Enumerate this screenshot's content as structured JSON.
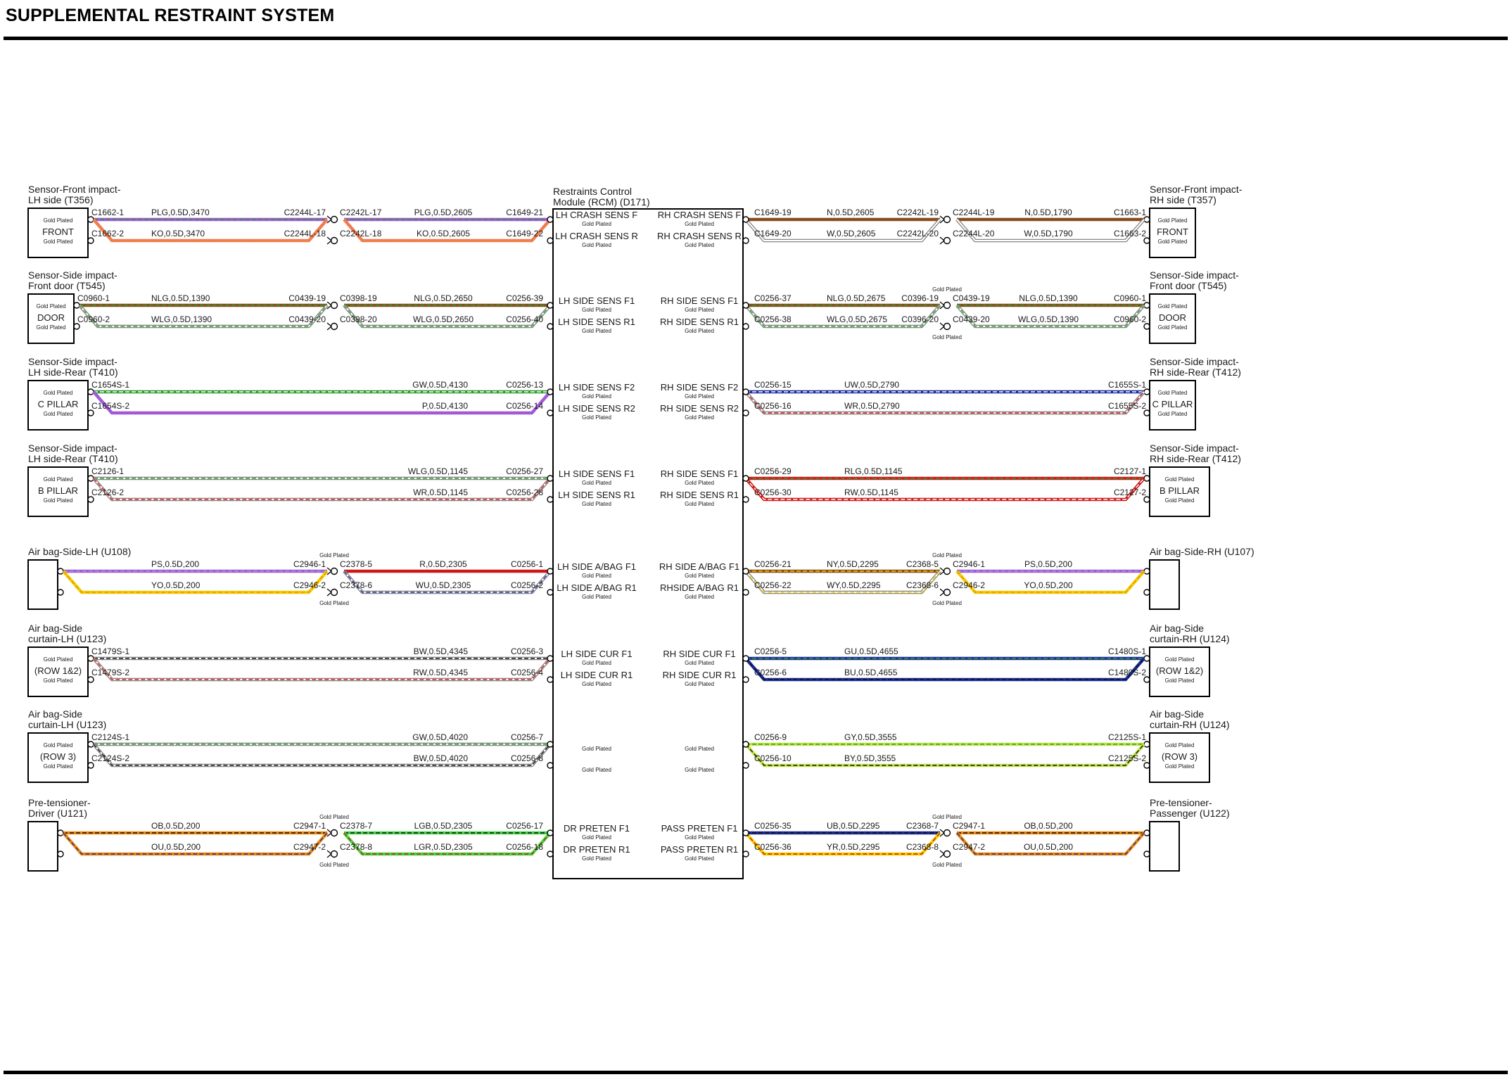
{
  "page": {
    "title": "SUPPLEMENTAL RESTRAINT SYSTEM"
  },
  "module": {
    "title_line1": "Restraints Control",
    "title_line2": "Module (RCM) (D171)",
    "gold_plated": "Gold Plated"
  },
  "colors": {
    "P": "#a259d9",
    "L": "#45d845",
    "G": "#2e9b2e",
    "K": "#f07a60",
    "O": "#f08a10",
    "N": "#8b4a1a",
    "W": "#ffffff",
    "U": "#1a2d9a",
    "R": "#d01818",
    "Y": "#f2d000",
    "S": "#a0a0c8",
    "B": "#111111",
    "LG": "#c2e54a"
  },
  "rows": [
    {
      "left": {
        "title": [
          "Sensor-Front impact-",
          "LH side (T356)"
        ],
        "box_label": "FRONT",
        "box_gold": true,
        "box_w": 85,
        "conn": [
          "C1662-1",
          "C1662-2"
        ],
        "wires": [
          "PLG,0.5D,3470",
          "KO,0.5D,3470"
        ],
        "cols": [
          "P",
          "K"
        ],
        "cols_mid": [
          "P",
          "K"
        ],
        "stripes_mid": [
          "G",
          "O"
        ],
        "inline": {
          "a": [
            "C2244L-17",
            "C2244L-18"
          ],
          "b": [
            "C2242L-17",
            "C2242L-18"
          ],
          "gold": [
            false,
            false
          ]
        },
        "wires_mid": [
          "PLG,0.5D,2605",
          "KO,0.5D,2605"
        ],
        "pins": [
          "C1649-21",
          "C1649-22"
        ],
        "stripes": [
          "G",
          "O"
        ],
        "c1": true,
        "c2": true
      },
      "right": {
        "title": [
          "Sensor-Front impact-",
          "RH side (T357)"
        ],
        "box_label": "FRONT",
        "box_gold": true,
        "box_w": 65,
        "conn": [
          "C1663-1",
          "C1663-2"
        ],
        "wires": [
          "N,0.5D,1790",
          "W,0.5D,1790"
        ],
        "cols": [
          "N",
          "W"
        ],
        "cols_mid": [
          "N",
          "W"
        ],
        "stripes_mid": [
          null,
          null
        ],
        "inline": {
          "a": [
            "C2242L-19",
            "C2242L-20"
          ],
          "b": [
            "C2244L-19",
            "C2244L-20"
          ],
          "gold": [
            false,
            false
          ]
        },
        "wires_mid": [
          "N,0.5D,2605",
          "W,0.5D,2605"
        ],
        "pins": [
          "C1649-19",
          "C1649-20"
        ],
        "stripes": [
          null,
          null
        ],
        "c1": true,
        "c2": true
      },
      "rcm": {
        "left": [
          "LH CRASH SENS F",
          "LH CRASH SENS R"
        ],
        "right": [
          "RH CRASH SENS F",
          "RH CRASH SENS R"
        ]
      }
    },
    {
      "left": {
        "title": [
          "Sensor-Side impact-",
          "Front door (T545)"
        ],
        "box_label": "DOOR",
        "box_gold": true,
        "box_w": 65,
        "conn": [
          "C0960-1",
          "C0960-2"
        ],
        "wires": [
          "NLG,0.5D,1390",
          "WLG,0.5D,1390"
        ],
        "cols": [
          "N",
          "W"
        ],
        "cols_mid": [
          "N",
          "W"
        ],
        "stripes_mid": [
          "G",
          "G"
        ],
        "inline": {
          "a": [
            "C0439-19",
            "C0439-20"
          ],
          "b": [
            "C0398-19",
            "C0398-20"
          ],
          "gold": [
            false,
            false
          ]
        },
        "wires_mid": [
          "NLG,0.5D,2650",
          "WLG,0.5D,2650"
        ],
        "pins": [
          "C0256-39",
          "C0256-40"
        ],
        "stripes": [
          "G",
          "G"
        ],
        "c1": true,
        "c2": true
      },
      "right": {
        "title": [
          "Sensor-Side impact-",
          "Front door (T545)"
        ],
        "box_label": "DOOR",
        "box_gold": true,
        "box_w": 65,
        "conn": [
          "C0960-1",
          "C0960-2"
        ],
        "wires": [
          "NLG,0.5D,1390",
          "WLG,0.5D,1390"
        ],
        "cols": [
          "N",
          "W"
        ],
        "cols_mid": [
          "N",
          "W"
        ],
        "stripes_mid": [
          "G",
          "G"
        ],
        "inline": {
          "a": [
            "C0396-19",
            "C0396-20"
          ],
          "b": [
            "C0439-19",
            "C0439-20"
          ],
          "gold": [
            true,
            true
          ]
        },
        "wires_mid": [
          "NLG,0.5D,2675",
          "WLG,0.5D,2675"
        ],
        "pins": [
          "C0256-37",
          "C0256-38"
        ],
        "stripes": [
          "G",
          "G"
        ],
        "c1": true,
        "c2": true
      },
      "rcm": {
        "left": [
          "LH SIDE SENS F1",
          "LH SIDE SENS R1"
        ],
        "right": [
          "RH SIDE SENS F1",
          "RH SIDE SENS R1"
        ]
      }
    },
    {
      "left": {
        "title": [
          "Sensor-Side impact-",
          "LH side-Rear (T410)"
        ],
        "box_label": "C PILLAR",
        "box_gold": true,
        "box_w": 85,
        "conn": [
          "C1654S-1",
          "C1654S-2"
        ],
        "wires": [
          "GW,0.5D,4130",
          "P,0.5D,4130"
        ],
        "cols": [
          "G",
          "P"
        ],
        "stripes": [
          "W",
          null
        ],
        "pins": [
          "C0256-13",
          "C0256-14"
        ],
        "c1": true,
        "c2": true
      },
      "right": {
        "title": [
          "Sensor-Side impact-",
          "RH side-Rear (T412)"
        ],
        "box_label": "C PILLAR",
        "box_gold": true,
        "box_w": 65,
        "conn": [
          "C1655S-1",
          "C1655S-2"
        ],
        "wires": [
          "UW,0.5D,2790",
          "WR,0.5D,2790"
        ],
        "cols": [
          "U",
          "W"
        ],
        "stripes": [
          "W",
          "R"
        ],
        "pins": [
          "C0256-15",
          "C0256-16"
        ],
        "c1": true,
        "c2": true
      },
      "rcm": {
        "left": [
          "LH SIDE SENS F2",
          "LH SIDE SENS R2"
        ],
        "right": [
          "RH SIDE SENS F2",
          "RH SIDE SENS R2"
        ]
      }
    },
    {
      "left": {
        "title": [
          "Sensor-Side impact-",
          "LH side-Rear (T410)"
        ],
        "box_label": "B PILLAR",
        "box_gold": true,
        "box_w": 85,
        "conn": [
          "C2126-1",
          "C2126-2"
        ],
        "wires": [
          "WLG,0.5D,1145",
          "WR,0.5D,1145"
        ],
        "cols": [
          "W",
          "W"
        ],
        "stripes": [
          "G",
          "R"
        ],
        "pins": [
          "C0256-27",
          "C0256-28"
        ],
        "c1": true,
        "c2": true
      },
      "right": {
        "title": [
          "Sensor-Side impact-",
          "RH side-Rear (T412)"
        ],
        "box_label": "B PILLAR",
        "box_gold": true,
        "box_w": 85,
        "conn": [
          "C2127-1",
          "C2127-2"
        ],
        "wires": [
          "RLG,0.5D,1145",
          "RW,0.5D,1145"
        ],
        "cols": [
          "R",
          "R"
        ],
        "stripes": [
          "G",
          "W"
        ],
        "pins": [
          "C0256-29",
          "C0256-30"
        ],
        "c1": true,
        "c2": true
      },
      "rcm": {
        "left": [
          "LH SIDE SENS F1",
          "LH SIDE SENS R1"
        ],
        "right": [
          "RH SIDE SENS F1",
          "RH SIDE SENS R1"
        ]
      }
    },
    {
      "left": {
        "title": [
          "Air bag-Side-LH (U108)"
        ],
        "box_label": "",
        "box_gold": false,
        "box_w": 42,
        "conn": [
          "",
          ""
        ],
        "wires": [
          "PS,0.5D,200",
          "YO,0.5D,200"
        ],
        "cols": [
          "P",
          "Y"
        ],
        "cols_mid": [
          "R",
          "W"
        ],
        "stripes_mid": [
          null,
          "U"
        ],
        "inline": {
          "a": [
            "C2946-1",
            "C2946-2"
          ],
          "b": [
            "C2378-5",
            "C2378-6"
          ],
          "gold": [
            true,
            true
          ]
        },
        "wires_mid": [
          "R,0.5D,2305",
          "WU,0.5D,2305"
        ],
        "pins": [
          "C0256-1",
          "C0256-2"
        ],
        "stripes": [
          "S",
          "O"
        ],
        "c1": true,
        "c2": true
      },
      "right": {
        "title": [
          "Air bag-Side-RH (U107)"
        ],
        "box_label": "",
        "box_gold": false,
        "box_w": 42,
        "conn": [
          "",
          ""
        ],
        "wires": [
          "PS,0.5D,200",
          "YO,0.5D,200"
        ],
        "cols": [
          "P",
          "Y"
        ],
        "cols_mid": [
          "N",
          "W"
        ],
        "stripes_mid": [
          "Y",
          "Y"
        ],
        "inline": {
          "a": [
            "C2368-5",
            "C2368-6"
          ],
          "b": [
            "C2946-1",
            "C2946-2"
          ],
          "gold": [
            true,
            true
          ]
        },
        "wires_mid": [
          "NY,0.5D,2295",
          "WY,0.5D,2295"
        ],
        "pins": [
          "C0256-21",
          "C0256-22"
        ],
        "stripes": [
          "S",
          "O"
        ],
        "c1": true,
        "c2": true
      },
      "rcm": {
        "left": [
          "LH SIDE A/BAG F1",
          "LH SIDE A/BAG R1"
        ],
        "right": [
          "RH SIDE A/BAG F1",
          "RHSIDE A/BAG R1"
        ]
      }
    },
    {
      "left": {
        "title": [
          "Air bag-Side",
          "curtain-LH (U123)"
        ],
        "box_label": "(ROW 1&2)",
        "box_gold": true,
        "box_w": 85,
        "conn": [
          "C1479S-1",
          "C1479S-2"
        ],
        "wires": [
          "BW,0.5D,4345",
          "RW,0.5D,4345"
        ],
        "cols": [
          "W",
          "W"
        ],
        "stripes": [
          "B",
          "R"
        ],
        "pins": [
          "C0256-3",
          "C0256-4"
        ],
        "c1": true,
        "c2": true
      },
      "right": {
        "title": [
          "Air bag-Side",
          "curtain-RH (U124)"
        ],
        "box_label": "(ROW 1&2)",
        "box_gold": true,
        "box_w": 85,
        "conn": [
          "C1480S-1",
          "C1480S-2"
        ],
        "wires": [
          "GU,0.5D,4655",
          "BU,0.5D,4655"
        ],
        "cols": [
          "U",
          "U"
        ],
        "stripes": [
          "G",
          "B"
        ],
        "pins": [
          "C0256-5",
          "C0256-6"
        ],
        "c1": true,
        "c2": true
      },
      "rcm": {
        "left": [
          "LH SIDE CUR F1",
          "LH SIDE CUR R1"
        ],
        "right": [
          "RH SIDE CUR F1",
          "RH SIDE CUR R1"
        ]
      }
    },
    {
      "left": {
        "title": [
          "Air bag-Side",
          "curtain-LH (U123)"
        ],
        "box_label": "(ROW 3)",
        "box_gold": true,
        "box_w": 85,
        "conn": [
          "C2124S-1",
          "C2124S-2"
        ],
        "wires": [
          "GW,0.5D,4020",
          "BW,0.5D,4020"
        ],
        "cols": [
          "W",
          "W"
        ],
        "stripes": [
          "G",
          "B"
        ],
        "pins": [
          "C0256-7",
          "C0256-8"
        ],
        "c1": true,
        "c2": true
      },
      "right": {
        "title": [
          "Air bag-Side",
          "curtain-RH (U124)"
        ],
        "box_label": "(ROW 3)",
        "box_gold": true,
        "box_w": 85,
        "conn": [
          "C2125S-1",
          "C2125S-2"
        ],
        "wires": [
          "GY,0.5D,3555",
          "BY,0.5D,3555"
        ],
        "cols": [
          "LG",
          "LG"
        ],
        "stripes": [
          "G",
          "B"
        ],
        "pins": [
          "C0256-9",
          "C0256-10"
        ],
        "c1": true,
        "c2": true
      },
      "rcm": {
        "left": [
          "",
          ""
        ],
        "right": [
          "",
          ""
        ]
      }
    },
    {
      "left": {
        "title": [
          "Pre-tensioner-",
          "Driver (U121)"
        ],
        "box_label": "",
        "box_gold": false,
        "box_w": 42,
        "conn": [
          "",
          ""
        ],
        "wires": [
          "OB,0.5D,200",
          "OU,0.5D,200"
        ],
        "cols": [
          "O",
          "O"
        ],
        "cols_mid": [
          "L",
          "L"
        ],
        "stripes_mid": [
          "B",
          "R"
        ],
        "inline": {
          "a": [
            "C2947-1",
            "C2947-2"
          ],
          "b": [
            "C2378-7",
            "C2378-8"
          ],
          "gold": [
            true,
            true
          ]
        },
        "wires_mid": [
          "LGB,0.5D,2305",
          "LGR,0.5D,2305"
        ],
        "pins": [
          "C0256-17",
          "C0256-18"
        ],
        "stripes": [
          "B",
          "U"
        ],
        "c1": true,
        "c2": true
      },
      "right": {
        "title": [
          "Pre-tensioner-",
          "Passenger (U122)"
        ],
        "box_label": "",
        "box_gold": false,
        "box_w": 42,
        "conn": [
          "",
          ""
        ],
        "wires": [
          "OB,0.5D,200",
          "OU,0.5D,200"
        ],
        "cols": [
          "O",
          "O"
        ],
        "cols_mid": [
          "U",
          "Y"
        ],
        "stripes_mid": [
          "B",
          "R"
        ],
        "inline": {
          "a": [
            "C2368-7",
            "C2368-8"
          ],
          "b": [
            "C2947-1",
            "C2947-2"
          ],
          "gold": [
            true,
            true
          ]
        },
        "wires_mid": [
          "UB,0.5D,2295",
          "YR,0.5D,2295"
        ],
        "pins": [
          "C0256-35",
          "C0256-36"
        ],
        "stripes": [
          "B",
          "U"
        ],
        "c1": true,
        "c2": true
      },
      "rcm": {
        "left": [
          "DR PRETEN F1",
          "DR PRETEN R1"
        ],
        "right": [
          "PASS PRETEN F1",
          "PASS PRETEN R1"
        ]
      }
    }
  ]
}
